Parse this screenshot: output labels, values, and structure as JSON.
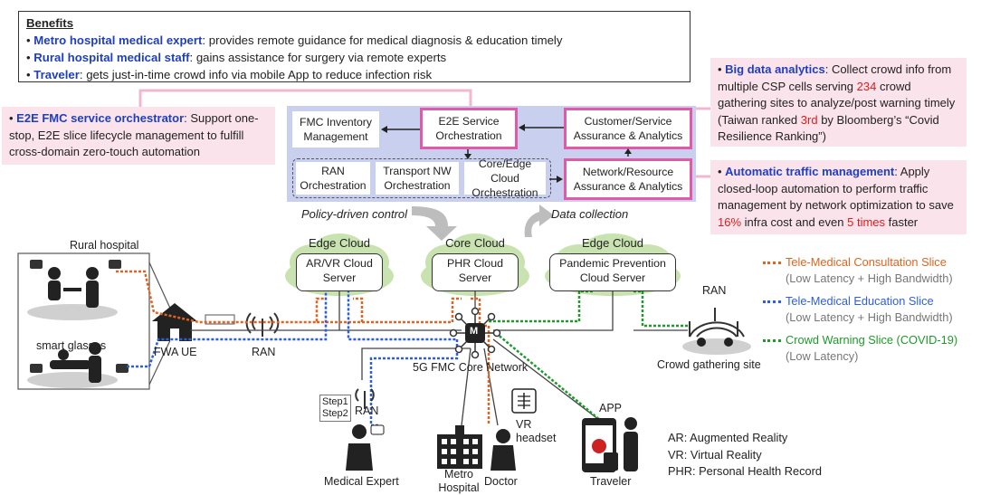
{
  "benefits": {
    "heading": "Benefits",
    "items": [
      {
        "lead": "Metro hospital medical expert",
        "text": ": provides remote guidance for medical diagnosis & education timely"
      },
      {
        "lead": "Rural hospital medical staff",
        "text": ": gains assistance for surgery via remote experts"
      },
      {
        "lead": "Traveler",
        "text": ": gets just-in-time crowd info via mobile App to reduce infection risk"
      }
    ]
  },
  "orchestrator_note": {
    "lead": "E2E FMC service orchestrator",
    "text": ": Support one-stop, E2E slice lifecycle management to fulfill cross-domain zero-touch automation"
  },
  "bigdata_note": {
    "lead": "Big data analytics",
    "t1": ": Collect crowd info from multiple CSP cells serving ",
    "n1": "234",
    "t2": " crowd gathering sites to analyze/post warning timely (Taiwan ranked ",
    "n2": "3rd",
    "t3": " by Bloomberg’s “Covid Resilience Ranking”)"
  },
  "traffic_note": {
    "lead": "Automatic traffic management",
    "t1": ": Apply closed-loop automation to perform traffic management by network optimization to save ",
    "n1": "16%",
    "t2": " infra cost and even ",
    "n2": "5 times",
    "t3": " faster"
  },
  "orchestration": {
    "fmc_inventory": "FMC Inventory Management",
    "e2e_service": "E2E Service Orchestration",
    "customer_assurance": "Customer/Service Assurance & Analytics",
    "ran_orch": "RAN Orchestration",
    "transport_orch": "Transport NW Orchestration",
    "core_edge_orch": "Core/Edge Cloud Orchestration",
    "network_assurance": "Network/Resource Assurance & Analytics",
    "policy_label": "Policy-driven control",
    "data_label": "Data collection"
  },
  "clouds": {
    "edge1_title": "Edge Cloud",
    "edge1_server": "AR/VR Cloud Server",
    "core_title": "Core Cloud",
    "core_server": "PHR Cloud Server",
    "edge2_title": "Edge Cloud",
    "edge2_server": "Pandemic Prevention Cloud Server"
  },
  "labels": {
    "rural_hospital": "Rural hospital",
    "smart_glasses": "smart glasses",
    "fwa_ue": "FWA UE",
    "ran_left": "RAN",
    "ran_mid": "RAN",
    "ran_right": "RAN",
    "core_network": "5G FMC Core Network",
    "crowd_site": "Crowd gathering site",
    "step1": "Step1",
    "step2": "Step2",
    "medical_expert": "Medical Expert",
    "metro_hospital": "Metro Hospital",
    "doctor": "Doctor",
    "vr_headset": "VR headset",
    "app": "APP",
    "traveler": "Traveler",
    "core_m": "M"
  },
  "legend": [
    {
      "name": "Tele-Medical Consultation Slice",
      "sub": "(Low Latency + High Bandwidth)",
      "color": "#e0641e"
    },
    {
      "name": "Tele-Medical Education Slice",
      "sub": "(Low Latency + High Bandwidth)",
      "color": "#2f5fd6"
    },
    {
      "name": "Crowd Warning Slice (COVID-19)",
      "sub": "(Low Latency)",
      "color": "#1e9a2a"
    }
  ],
  "abbreviations": [
    "AR: Augmented Reality",
    "VR: Virtual Reality",
    "PHR: Personal Health Record"
  ]
}
